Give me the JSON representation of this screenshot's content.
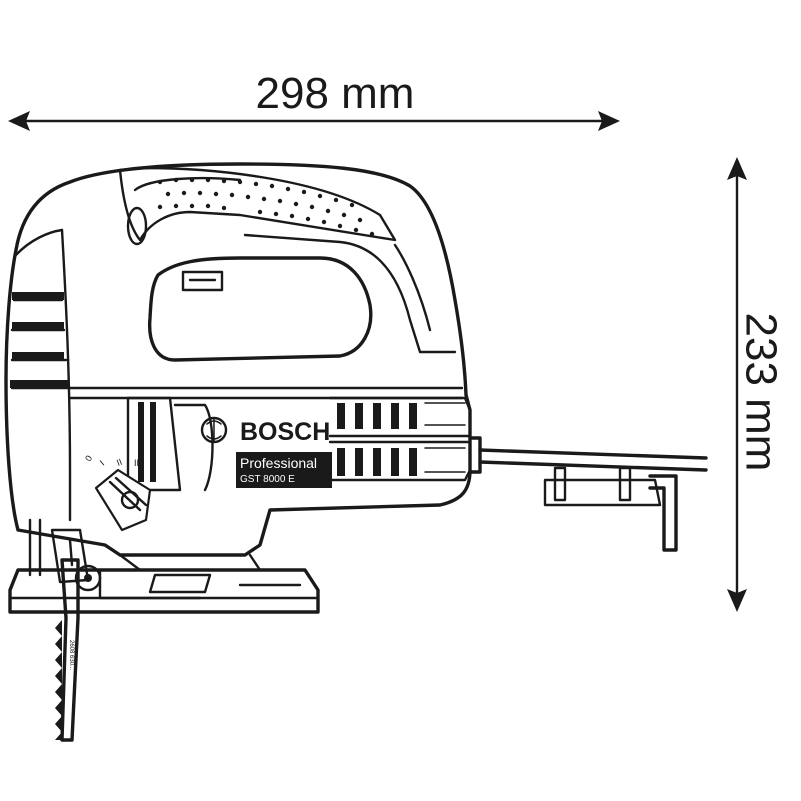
{
  "dimensions": {
    "width_label": "298 mm",
    "height_label": "233 mm"
  },
  "tool": {
    "brand": "BOSCH",
    "line": "Professional",
    "model": "GST 8000 E",
    "blade_marking": "2608 630...",
    "pendulum_scale": [
      "0",
      "I",
      "II",
      "III"
    ]
  },
  "colors": {
    "line": "#1a1a1a",
    "background": "#ffffff"
  }
}
